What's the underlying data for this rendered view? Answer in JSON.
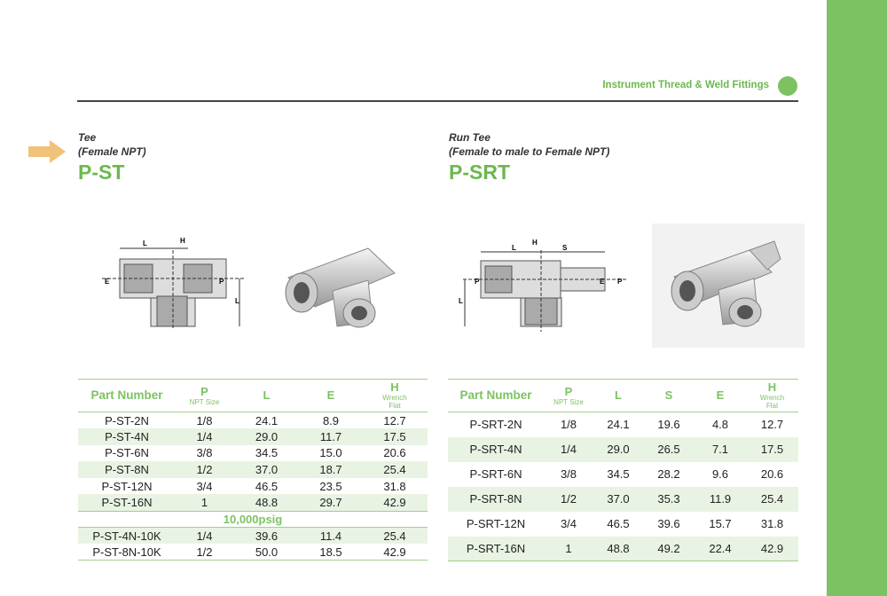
{
  "header": {
    "title": "Instrument Thread & Weld Fittings",
    "accent": "#7dc262"
  },
  "left": {
    "name": "Tee",
    "subtitle": "(Female NPT)",
    "code": "P-ST",
    "diagram_labels": {
      "L": "L",
      "H": "H",
      "E": "E",
      "P": "P",
      "L2": "L"
    },
    "columns": {
      "part": "Part Number",
      "p": "P",
      "p_sub": "NPT Size",
      "l": "L",
      "e": "E",
      "h": "H",
      "h_sub1": "Wrench",
      "h_sub2": "Flat"
    },
    "rows": [
      [
        "P-ST-2N",
        "1/8",
        "24.1",
        "8.9",
        "12.7"
      ],
      [
        "P-ST-4N",
        "1/4",
        "29.0",
        "11.7",
        "17.5"
      ],
      [
        "P-ST-6N",
        "3/8",
        "34.5",
        "15.0",
        "20.6"
      ],
      [
        "P-ST-8N",
        "1/2",
        "37.0",
        "18.7",
        "25.4"
      ],
      [
        "P-ST-12N",
        "3/4",
        "46.5",
        "23.5",
        "31.8"
      ],
      [
        "P-ST-16N",
        "1",
        "48.8",
        "29.7",
        "42.9"
      ]
    ],
    "pressure_label": "10,000psig",
    "rows_hp": [
      [
        "P-ST-4N-10K",
        "1/4",
        "39.6",
        "11.4",
        "25.4"
      ],
      [
        "P-ST-8N-10K",
        "1/2",
        "50.0",
        "18.5",
        "42.9"
      ]
    ]
  },
  "right": {
    "name": "Run Tee",
    "subtitle": "(Female to male to Female NPT)",
    "code": "P-SRT",
    "diagram_labels": {
      "L": "L",
      "H": "H",
      "S": "S",
      "P": "P",
      "E": "E",
      "P2": "P",
      "L2": "L"
    },
    "columns": {
      "part": "Part Number",
      "p": "P",
      "p_sub": "NPT Size",
      "l": "L",
      "s": "S",
      "e": "E",
      "h": "H",
      "h_sub1": "Wrench",
      "h_sub2": "Flat"
    },
    "rows": [
      [
        "P-SRT-2N",
        "1/8",
        "24.1",
        "19.6",
        "4.8",
        "12.7"
      ],
      [
        "P-SRT-4N",
        "1/4",
        "29.0",
        "26.5",
        "7.1",
        "17.5"
      ],
      [
        "P-SRT-6N",
        "3/8",
        "34.5",
        "28.2",
        "9.6",
        "20.6"
      ],
      [
        "P-SRT-8N",
        "1/2",
        "37.0",
        "35.3",
        "11.9",
        "25.4"
      ],
      [
        "P-SRT-12N",
        "3/4",
        "46.5",
        "39.6",
        "15.7",
        "31.8"
      ],
      [
        "P-SRT-16N",
        "1",
        "48.8",
        "49.2",
        "22.4",
        "42.9"
      ]
    ]
  }
}
